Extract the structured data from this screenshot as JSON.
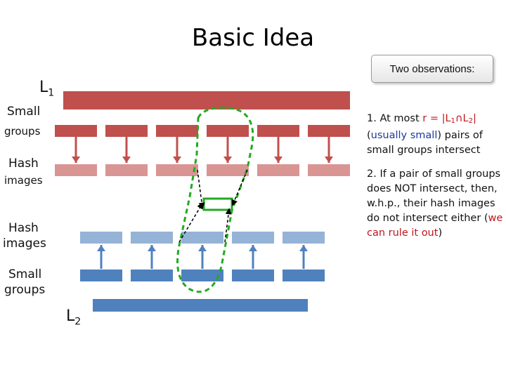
{
  "title": "Basic Idea",
  "callout_label": "Two observations:",
  "left_labels": {
    "l1_letter": "L",
    "l1_sub": "1",
    "small_groups_top_line1": "Small",
    "small_groups_top_line2": "groups",
    "hash_images_top_line1": "Hash",
    "hash_images_top_line2": "images",
    "hash_images_bottom_line1": "Hash",
    "hash_images_bottom_line2": "images",
    "small_groups_bottom_line1": "Small",
    "small_groups_bottom_line2": "groups",
    "l2_letter": "L",
    "l2_sub": "2"
  },
  "observation1": {
    "prefix": "1. At most ",
    "r_eq": "r = |L",
    "s1": "1",
    "cap": "∩L",
    "s2": "2",
    "bar": "|",
    "open_paren": "(",
    "usually_small": "usually small",
    "rest": ") pairs of small groups intersect"
  },
  "observation2": {
    "text": "2. If a pair of small groups does NOT intersect, then, w.h.p., their hash images do not intersect either (",
    "rule_out": "we can rule it out",
    "close": ")"
  },
  "colors": {
    "l1_bar": "#c0504d",
    "top_small_groups": "#c0504d",
    "top_hash_images": "#d99594",
    "bottom_hash_images": "#95b3d7",
    "bottom_small_groups": "#4f81bd",
    "l2_bar": "#4f81bd",
    "highlight": "#22aa22",
    "emphasis_red": "#c0141c",
    "emphasis_blue": "#1f3a9a"
  }
}
